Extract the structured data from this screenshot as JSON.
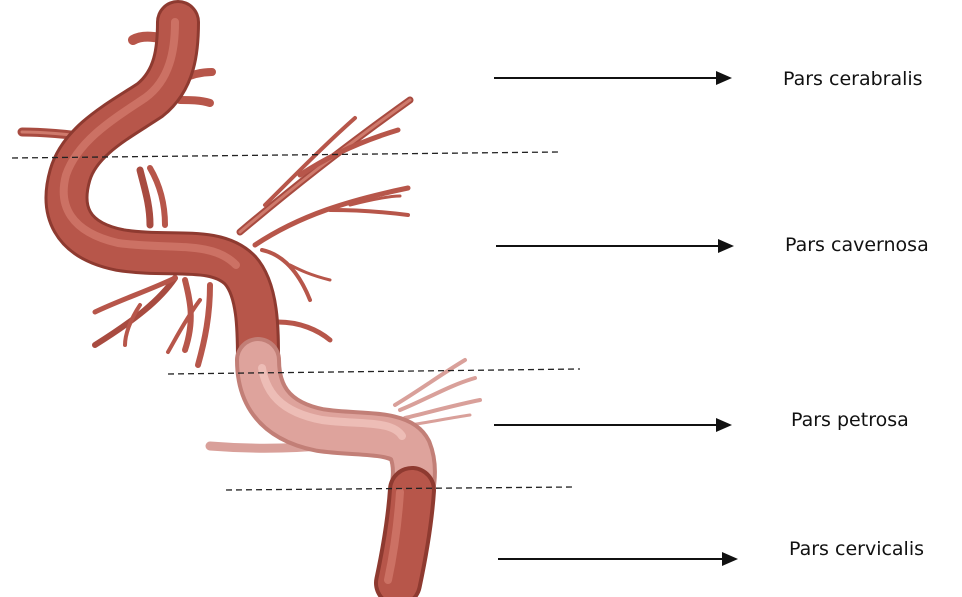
{
  "segments": [
    {
      "id": "cerebralis",
      "label": "Pars cerabralis"
    },
    {
      "id": "cavernosa",
      "label": "Pars cavernosa"
    },
    {
      "id": "petrosa",
      "label": "Pars petrosa"
    },
    {
      "id": "cervicalis",
      "label": "Pars cervicalis"
    }
  ],
  "colors": {
    "artery": "#b7564a",
    "artery_dark": "#8e3a30",
    "artery_light": "#d47d6f",
    "petrous_segment": "#d89a93",
    "divider": "#222222",
    "arrow": "#111111"
  }
}
